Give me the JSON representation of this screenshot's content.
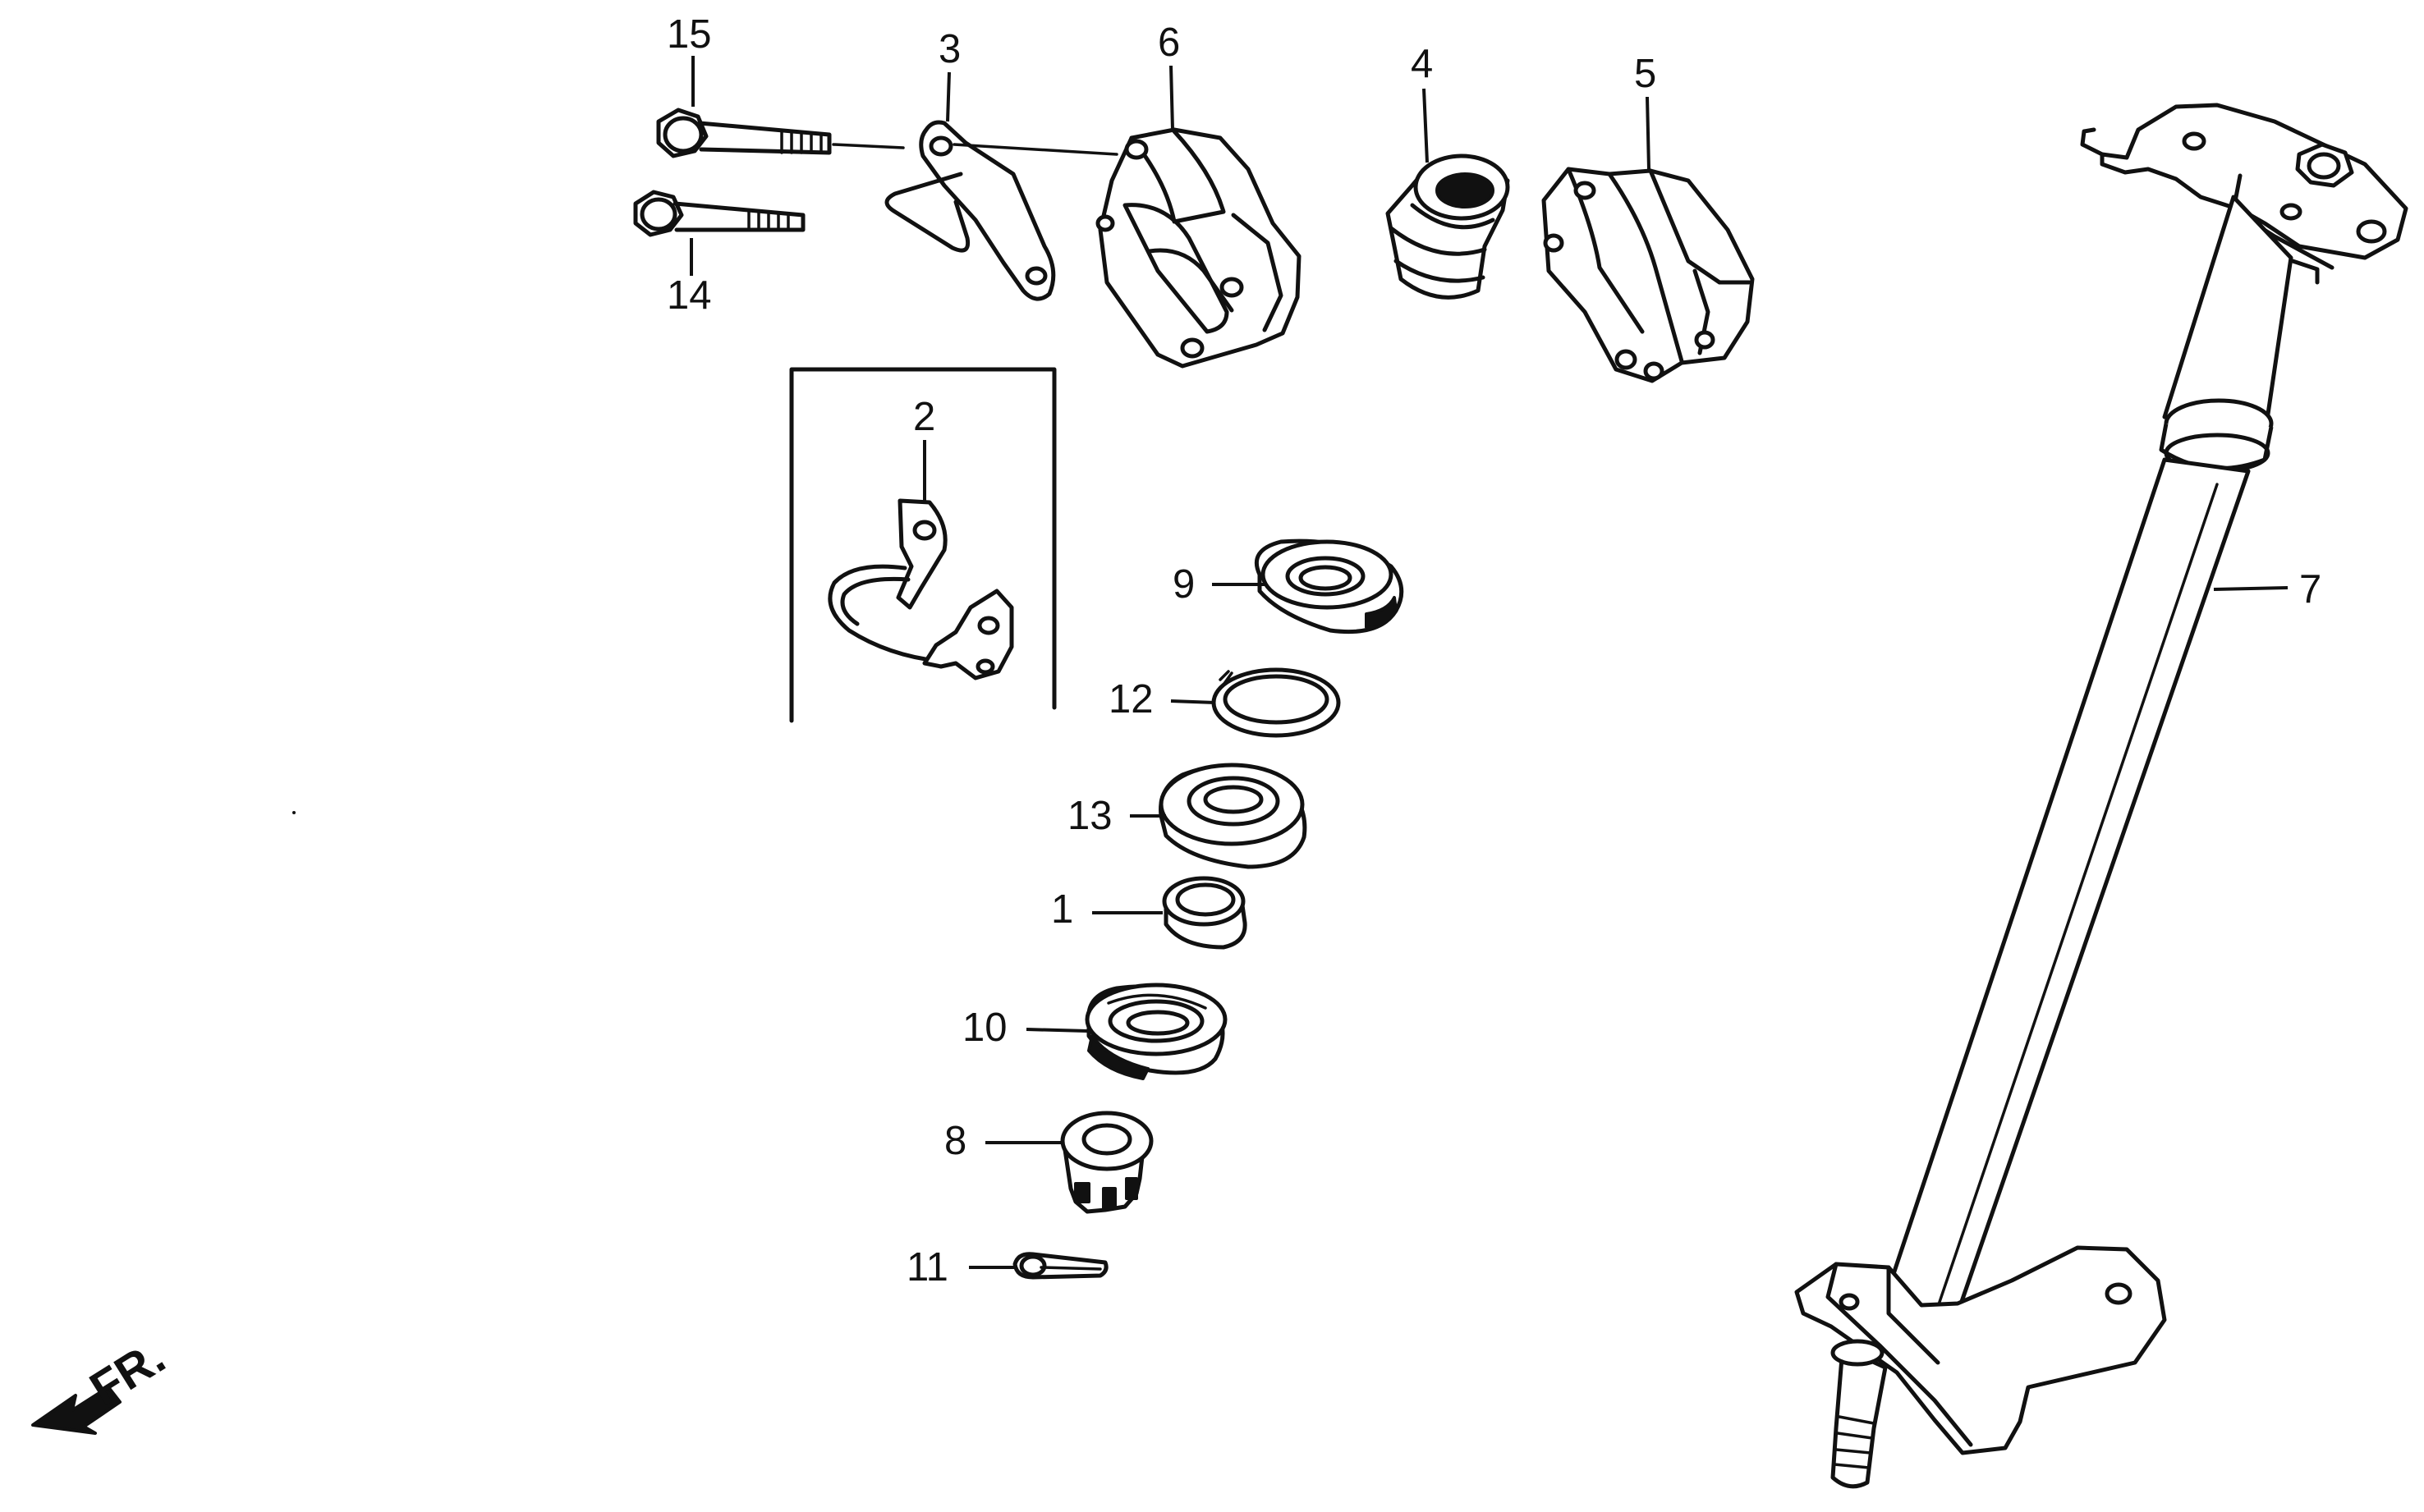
{
  "diagram": {
    "direction_label": "FR.",
    "direction_icon": "arrow-left-down-icon",
    "callouts": [
      {
        "id": "callout-1",
        "number": "1"
      },
      {
        "id": "callout-2",
        "number": "2"
      },
      {
        "id": "callout-3",
        "number": "3"
      },
      {
        "id": "callout-4",
        "number": "4"
      },
      {
        "id": "callout-5",
        "number": "5"
      },
      {
        "id": "callout-6",
        "number": "6"
      },
      {
        "id": "callout-7",
        "number": "7"
      },
      {
        "id": "callout-8",
        "number": "8"
      },
      {
        "id": "callout-9",
        "number": "9"
      },
      {
        "id": "callout-10",
        "number": "10"
      },
      {
        "id": "callout-11",
        "number": "11"
      },
      {
        "id": "callout-12",
        "number": "12"
      },
      {
        "id": "callout-13",
        "number": "13"
      },
      {
        "id": "callout-14",
        "number": "14"
      },
      {
        "id": "callout-15",
        "number": "15"
      }
    ]
  },
  "colors": {
    "ink": "#111111",
    "paper": "#ffffff"
  }
}
